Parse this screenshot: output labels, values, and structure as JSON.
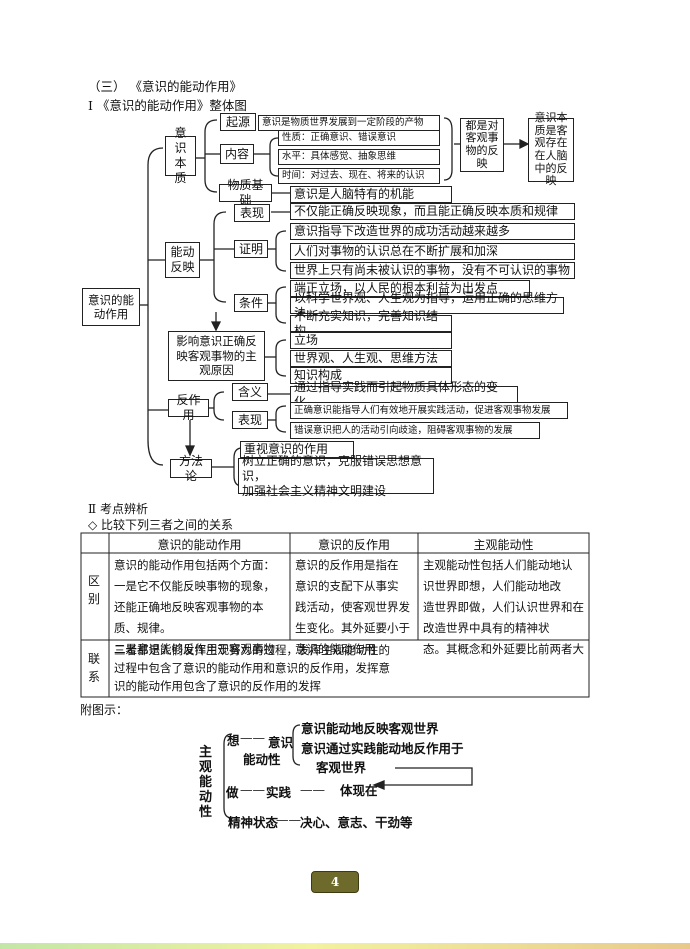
{
  "section": {
    "heading": "（三）   《意识的能动作用》",
    "part1": "Ⅰ 《意识的能动作用》整体图",
    "part2": "Ⅱ 考点辨析",
    "compare_title": "◇   比较下列三者之间的关系",
    "attached": "附图示："
  },
  "map": {
    "root": "意识的能动作用",
    "essence": "意识本质",
    "origin": "起源",
    "origin_text": "意识是物质世界发展到一定阶段的产物",
    "content": "内容",
    "nature": "性质：正确意识、错误意识",
    "level": "水平：具体感觉、抽象思维",
    "time": "时间：对过去、现在、将来的认识",
    "reflect_note": "都是对客观事物的反映",
    "essence_result": "意识本质是客观存在在人脑中的反映",
    "material_basis": "物质基础",
    "brain": "意识是人脑特有的机能",
    "active_reflect": "能动反映",
    "manifest": "表现",
    "manifest_text": "不仅能正确反映现象，而且能正确反映本质和规律",
    "prove": "证明",
    "prove_1": "意识指导下改造世界的成功活动越来越多",
    "prove_2": "人们对事物的认识总在不断扩展和加深",
    "prove_3": "世界上只有尚未被认识的事物，没有不可认识的事物",
    "conditions": "条件",
    "cond_1": "端正立场，以人民的根本利益为出发点",
    "cond_2": "以科学世界观、人生观为指导，运用正确的思维方法",
    "cond_3": "不断充实知识，完善知识结构",
    "influence": "影响意识正确反映客观事物的主观原因",
    "inf_1": "立场",
    "inf_2": "世界观、人生观、思维方法",
    "inf_3": "知识构成",
    "reaction": "反作用",
    "meaning": "含义",
    "meaning_text": "通过指导实践而引起物质具体形态的变化。",
    "react_manifest": "表现",
    "react_1": "正确意识能指导人们有效地开展实践活动，促进客观事物发展",
    "react_2": "错误意识把人的活动引向歧途，阻碍客观事物的发展",
    "method": "方法论",
    "method_1": "重视意识的作用",
    "method_2": "树立正确的意识，克服错误思想意识，",
    "method_3": "加强社会主义精神文明建设"
  },
  "table": {
    "headers": [
      "意识的能动作用",
      "意识的反作用",
      "主观能动性"
    ],
    "row1_label": "区别",
    "col1": [
      "意识的能动作用包括两个方面：",
      "一是它不仅能反映事物的现象，",
      "还能正确地反映客观事物的本",
      "质、规律。",
      "二是意识能够反作用于客观事物"
    ],
    "col2": [
      "意识的反作用是指在",
      "意识的支配下从事实",
      "践活动，使客观世界发",
      "生变化。其外延要小于",
      "意识的能动作用"
    ],
    "col3": [
      "主观能动性包括人们能动地认",
      "识世界即想，人们能动地改",
      "造世界即做，人们认识世界和在",
      "改造世界中具有的精神状",
      "态。其概念和外延要比前两者大"
    ],
    "row2_label": "联系",
    "row2": [
      "三者都是人们发挥主观努力的过程，发挥主观能动性的",
      "过程中包含了意识的能动作用和意识的反作用，发挥意",
      "识的能动作用包含了意识的反作用的发挥"
    ]
  },
  "diagram": {
    "root": "主观能动性",
    "think": "想",
    "dash": "——",
    "consc": "意识",
    "active": "能动性",
    "d1": "意识能动地反映客观世界",
    "d2": "意识通过实践能动地反作用于",
    "d3": "客观世界",
    "do": "做",
    "practice": "实践",
    "embody": "体现在",
    "spirit": "精神状态",
    "spirit_text": "决心、意志、干劲等"
  },
  "page_number": "4"
}
